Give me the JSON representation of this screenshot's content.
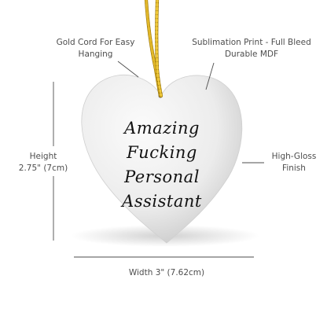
{
  "annotations": {
    "cord": [
      "Gold Cord For Easy",
      "Hanging"
    ],
    "print": [
      "Sublimation Print - Full Bleed",
      "Durable MDF"
    ],
    "height": [
      "Height",
      "2.75\" (7cm)"
    ],
    "gloss": [
      "High-Gloss",
      "Finish"
    ],
    "width": "Width 3\" (7.62cm)"
  },
  "ornament": {
    "lines": [
      "Amazing",
      "Fucking",
      "Personal",
      "Assistant"
    ]
  },
  "colors": {
    "cord": "#d6a81a",
    "cord_dark": "#9b7608",
    "guide": "#4d4d4d",
    "heart_light": "#fbfbfb",
    "heart_mid": "#e7e7e7",
    "heart_dark": "#bcbcbc"
  }
}
